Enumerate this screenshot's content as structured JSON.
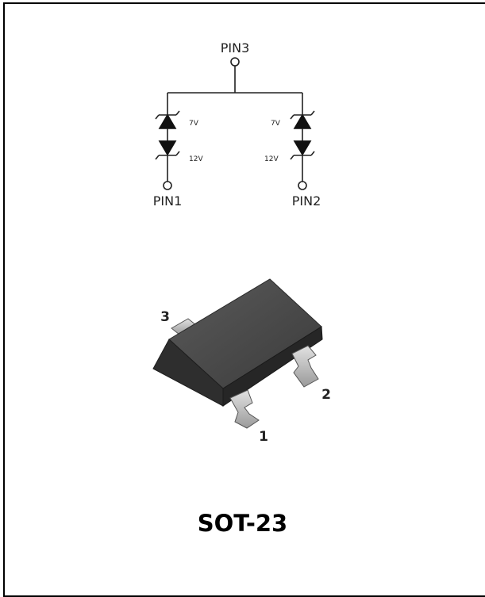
{
  "schematic": {
    "pin3_label": "PIN3",
    "pin1_label": "PIN1",
    "pin2_label": "PIN2",
    "left_upper_voltage": "7V",
    "left_lower_voltage": "12V",
    "right_upper_voltage": "7V",
    "right_lower_voltage": "12V"
  },
  "package": {
    "pin_number_1": "1",
    "pin_number_2": "2",
    "pin_number_3": "3",
    "name": "SOT-23"
  }
}
